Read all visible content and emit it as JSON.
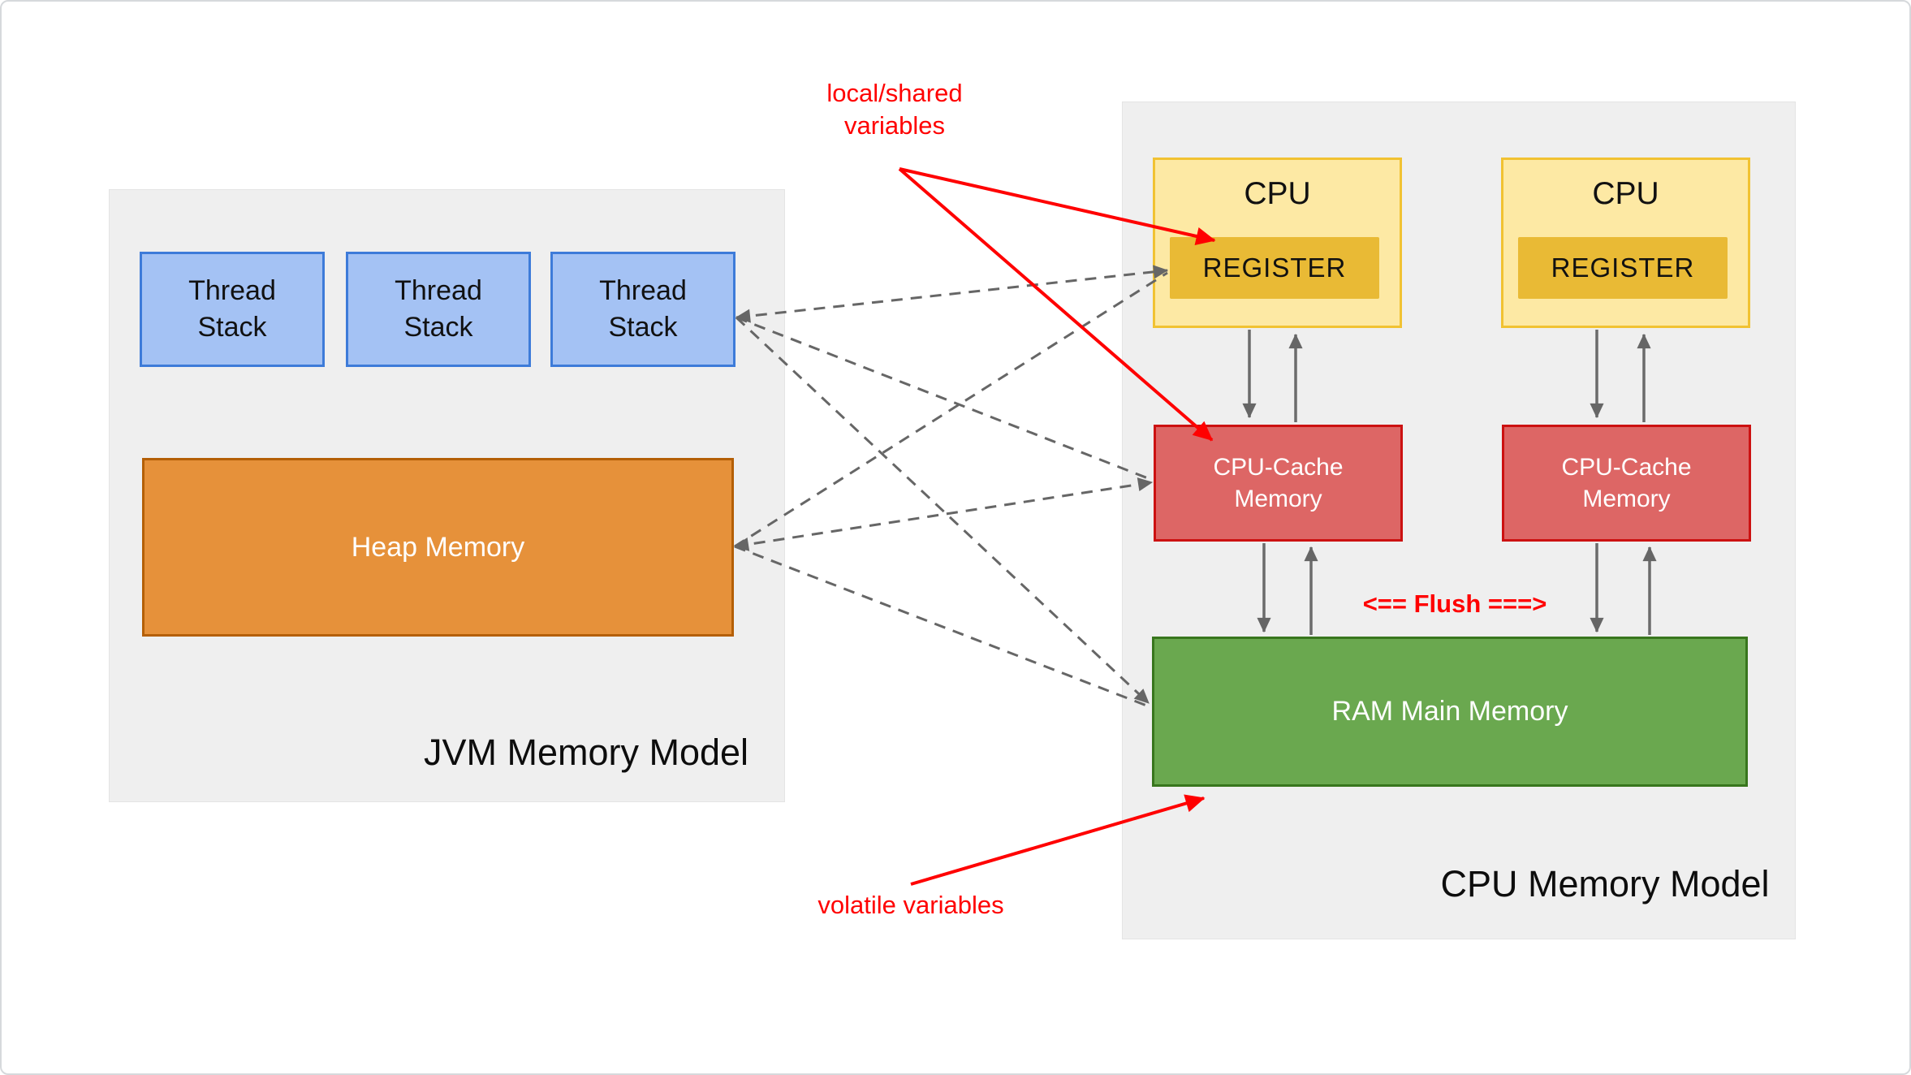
{
  "diagram": {
    "jvm": {
      "title": "JVM Memory Model",
      "thread_stacks": [
        "Thread\nStack",
        "Thread\nStack",
        "Thread\nStack"
      ],
      "heap_label": "Heap Memory"
    },
    "cpu_model": {
      "title": "CPU Memory Model",
      "cpus": [
        {
          "label": "CPU",
          "register_label": "REGISTER"
        },
        {
          "label": "CPU",
          "register_label": "REGISTER"
        }
      ],
      "caches": [
        "CPU-Cache\nMemory",
        "CPU-Cache\nMemory"
      ],
      "ram_label": "RAM Main Memory",
      "flush_label": "<== Flush ===>"
    },
    "annotations": {
      "local_shared": "local/shared\nvariables",
      "volatile": "volatile variables"
    },
    "colors": {
      "container_fill": "#efefef",
      "thread_stack_fill": "#a4c2f4",
      "thread_stack_border": "#3d7bd9",
      "heap_fill": "#e6913a",
      "heap_border": "#b45f06",
      "cpu_fill": "#fde9a4",
      "cpu_border": "#f1c232",
      "register_fill": "#e9ba35",
      "cache_fill": "#dd6665",
      "cache_border": "#cc1111",
      "ram_fill": "#6aa84f",
      "ram_border": "#38761d",
      "connector_gray": "#666666",
      "annotation_red": "#ff0000"
    }
  }
}
